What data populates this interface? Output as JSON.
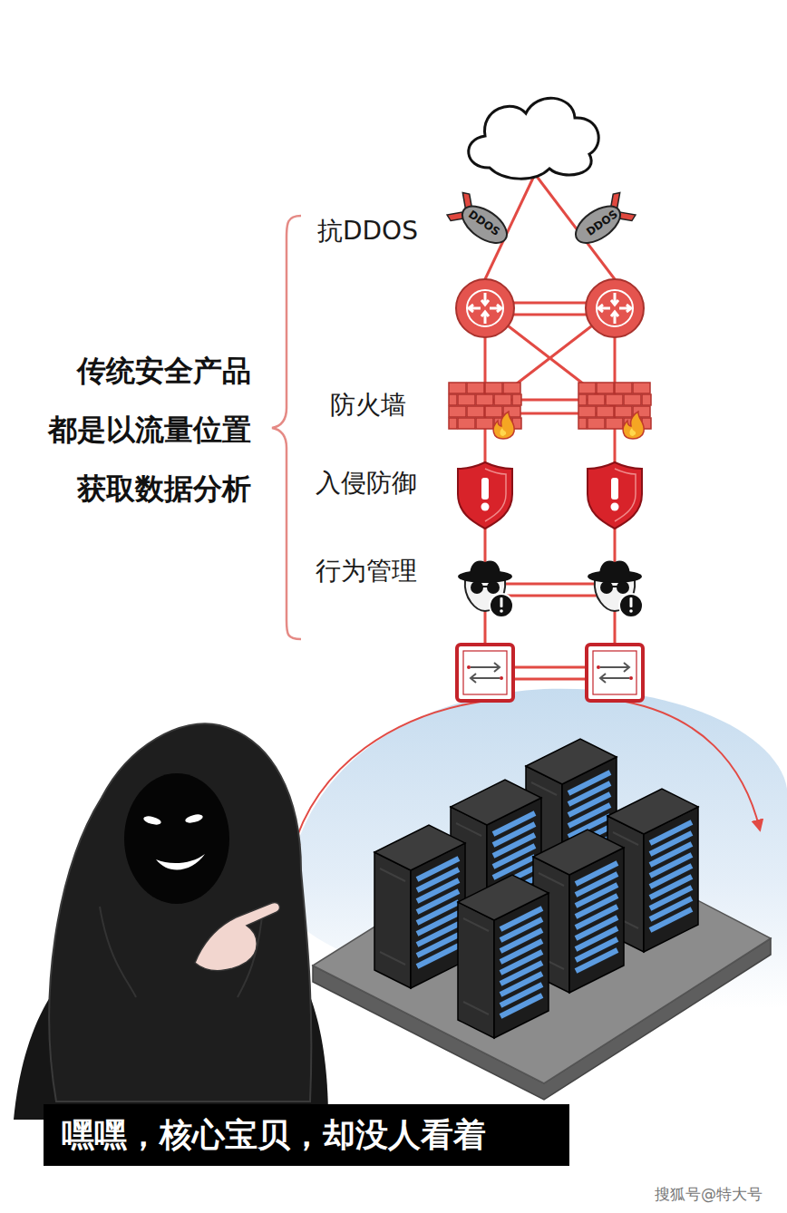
{
  "diagram": {
    "nodes": [
      {
        "text": [
          "DDOS"
        ]
      },
      {
        "text": [
          "DDOS"
        ]
      },
      {
        "text": [
          "嘿嘿，核心宝贝，却没人看着"
        ]
      }
    ],
    "labels": [
      "传统安全产品 都是以流量位置 获取数据分析",
      "抗DDOS",
      "防火墙",
      "入侵防御",
      "行为管理",
      "搜狐号@特大号"
    ]
  }
}
